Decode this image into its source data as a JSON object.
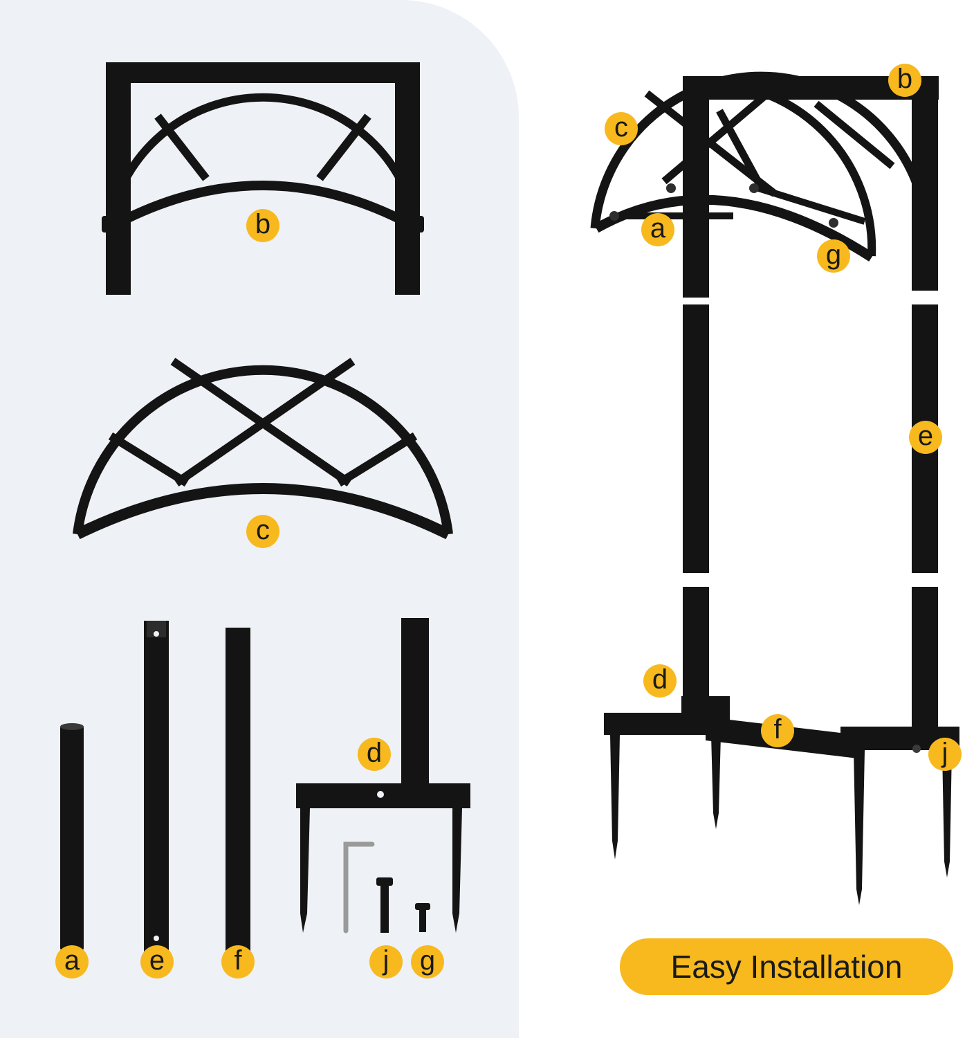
{
  "parts_panel": {
    "labels": {
      "b": "b",
      "c": "c",
      "a": "a",
      "e": "e",
      "f": "f",
      "d": "d",
      "j": "j",
      "g": "g"
    }
  },
  "assembly_panel": {
    "labels": {
      "b": "b",
      "c": "c",
      "a": "a",
      "g": "g",
      "e": "e",
      "d": "d",
      "f": "f",
      "j": "j"
    }
  },
  "footer": {
    "caption": "Easy Installation"
  },
  "colors": {
    "accent": "#f7b91e",
    "metal": "#141414",
    "panel_background": "#eef1f5"
  }
}
